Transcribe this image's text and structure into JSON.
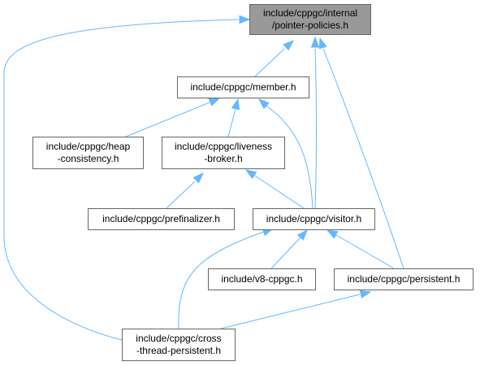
{
  "colors": {
    "edge": "#63b8ff",
    "node_border": "#666666",
    "node_fill": "#ffffff",
    "highlight_fill": "#999999"
  },
  "nodes": {
    "pointer_policies": {
      "label": "include/cppgc/internal\n/pointer-policies.h"
    },
    "member": {
      "label": "include/cppgc/member.h"
    },
    "heap_consistency": {
      "label": "include/cppgc/heap\n-consistency.h"
    },
    "liveness_broker": {
      "label": "include/cppgc/liveness\n-broker.h"
    },
    "prefinalizer": {
      "label": "include/cppgc/prefinalizer.h"
    },
    "visitor": {
      "label": "include/cppgc/visitor.h"
    },
    "v8_cppgc": {
      "label": "include/v8-cppgc.h"
    },
    "persistent": {
      "label": "include/cppgc/persistent.h"
    },
    "cross_thread_persistent": {
      "label": "include/cppgc/cross\n-thread-persistent.h"
    }
  },
  "edges": [
    {
      "from": "member",
      "to": "pointer_policies"
    },
    {
      "from": "visitor",
      "to": "pointer_policies"
    },
    {
      "from": "persistent",
      "to": "pointer_policies"
    },
    {
      "from": "cross_thread_persistent",
      "to": "pointer_policies"
    },
    {
      "from": "heap_consistency",
      "to": "member"
    },
    {
      "from": "liveness_broker",
      "to": "member"
    },
    {
      "from": "visitor",
      "to": "member"
    },
    {
      "from": "prefinalizer",
      "to": "liveness_broker"
    },
    {
      "from": "visitor",
      "to": "liveness_broker"
    },
    {
      "from": "cross_thread_persistent",
      "to": "visitor"
    },
    {
      "from": "v8_cppgc",
      "to": "visitor"
    },
    {
      "from": "persistent",
      "to": "visitor"
    },
    {
      "from": "cross_thread_persistent",
      "to": "persistent"
    }
  ]
}
